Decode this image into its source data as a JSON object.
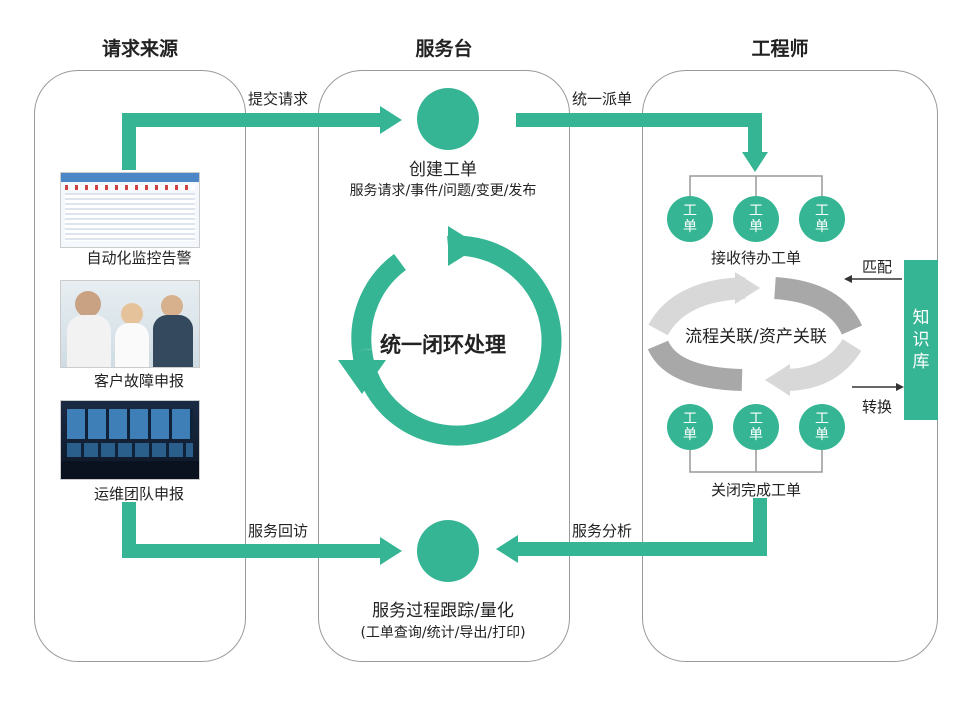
{
  "columns": {
    "source": "请求来源",
    "desk": "服务台",
    "engineer": "工程师"
  },
  "source_items": [
    {
      "label": "自动化监控告警",
      "image": "monitoring-software-screenshot"
    },
    {
      "label": "客户故障申报",
      "image": "office-meeting-photo"
    },
    {
      "label": "运维团队申报",
      "image": "operations-center-photo"
    }
  ],
  "flows": {
    "submit": "提交请求",
    "dispatch": "统一派单",
    "revisit": "服务回访",
    "analysis": "服务分析",
    "match": "匹配",
    "convert": "转换"
  },
  "desk": {
    "create_title": "创建工单",
    "create_sub": "服务请求/事件/问题/变更/发布",
    "loop_label": "统一闭环处理",
    "track_title": "服务过程跟踪/量化",
    "track_sub": "(工单查询/统计/导出/打印)"
  },
  "engineer": {
    "top_ticket": "工单",
    "receive_label": "接收待办工单",
    "cycle_label": "流程关联/资产关联",
    "bottom_ticket": "工单",
    "close_label": "关闭完成工单"
  },
  "knowledge": "知识库",
  "colors": {
    "accent": "#35b594",
    "panel_border": "#9a9a9a",
    "cycle_gray_light": "#d8d8d8",
    "cycle_gray_dark": "#a8a8a8"
  }
}
